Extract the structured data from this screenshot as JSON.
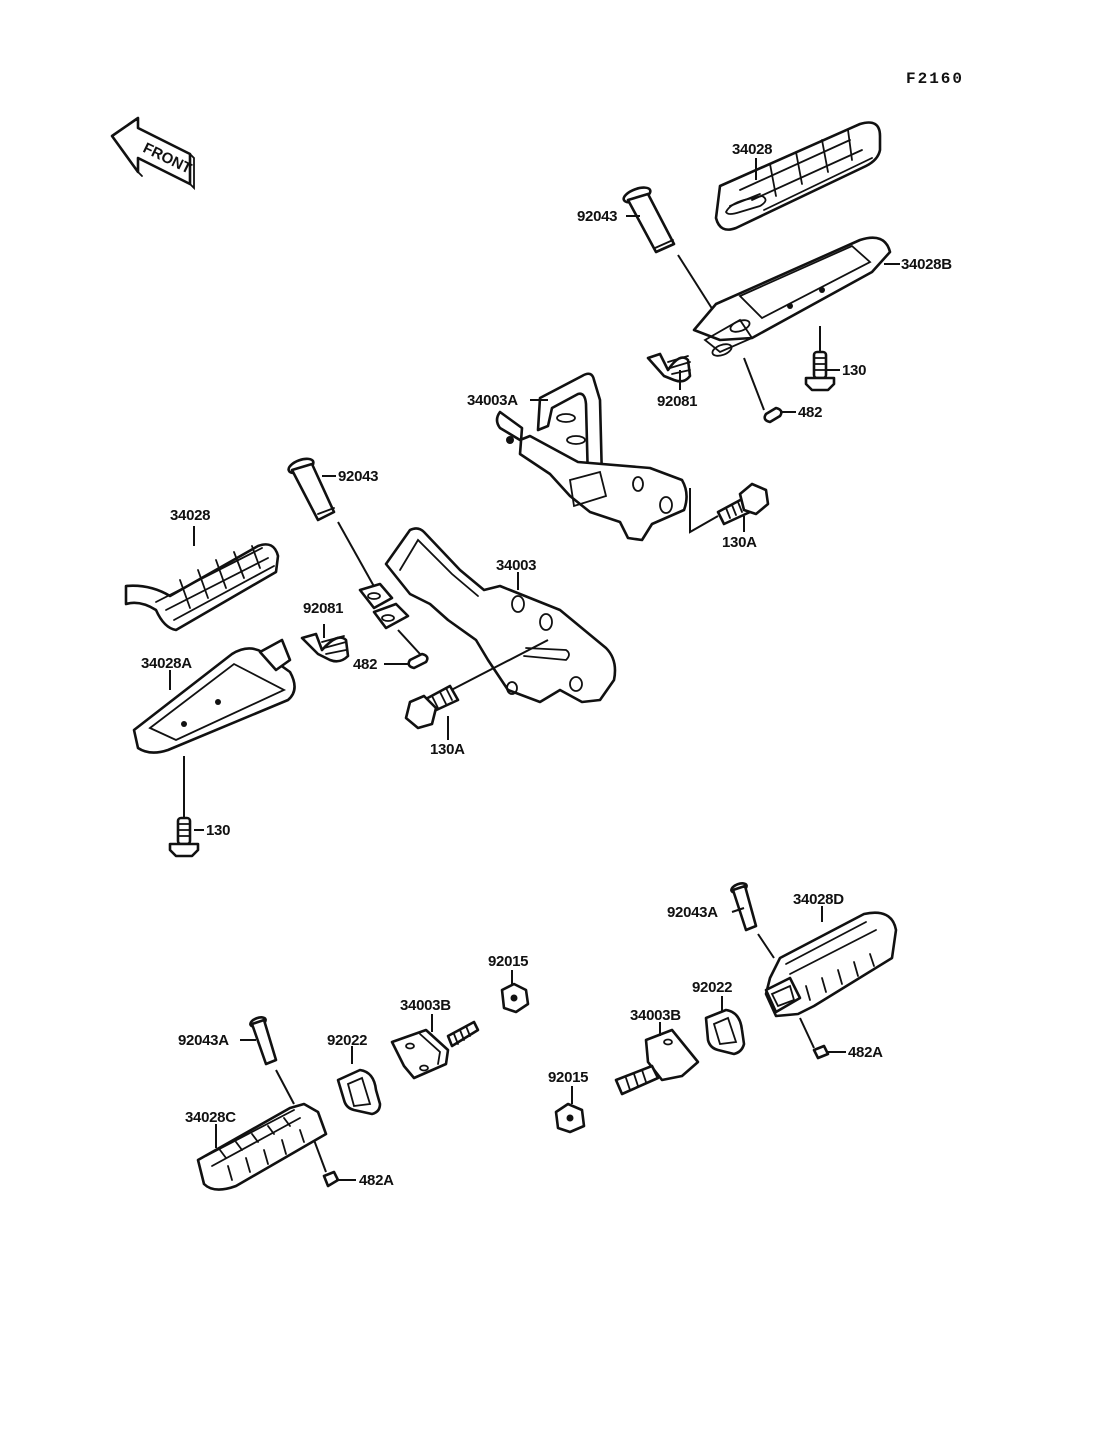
{
  "diagram": {
    "figure_code": "F2160",
    "direction_indicator": "FRONT",
    "ink_color": "#111111",
    "background_color": "#ffffff",
    "callouts": [
      {
        "id": "c1",
        "part": "34028",
        "group": "rear-right-step"
      },
      {
        "id": "c2",
        "part": "92043",
        "group": "rear-right-step"
      },
      {
        "id": "c3",
        "part": "34028B",
        "group": "rear-right-step"
      },
      {
        "id": "c4",
        "part": "130",
        "group": "rear-right-step"
      },
      {
        "id": "c5",
        "part": "92081",
        "group": "rear-right-step"
      },
      {
        "id": "c6",
        "part": "482",
        "group": "rear-right-step"
      },
      {
        "id": "c7",
        "part": "34003A",
        "group": "rear-right-step"
      },
      {
        "id": "c8",
        "part": "130A",
        "group": "rear-right-step"
      },
      {
        "id": "c9",
        "part": "92043",
        "group": "rear-left-step"
      },
      {
        "id": "c10",
        "part": "34028",
        "group": "rear-left-step"
      },
      {
        "id": "c11",
        "part": "34003",
        "group": "rear-left-step"
      },
      {
        "id": "c12",
        "part": "92081",
        "group": "rear-left-step"
      },
      {
        "id": "c13",
        "part": "34028A",
        "group": "rear-left-step"
      },
      {
        "id": "c14",
        "part": "482",
        "group": "rear-left-step"
      },
      {
        "id": "c15",
        "part": "130A",
        "group": "rear-left-step"
      },
      {
        "id": "c16",
        "part": "130",
        "group": "rear-left-step"
      },
      {
        "id": "c17",
        "part": "92043A",
        "group": "front-right-step"
      },
      {
        "id": "c18",
        "part": "34028D",
        "group": "front-right-step"
      },
      {
        "id": "c19",
        "part": "92015",
        "group": "front-left-step"
      },
      {
        "id": "c20",
        "part": "92022",
        "group": "front-right-step"
      },
      {
        "id": "c21",
        "part": "34003B",
        "group": "front-left-step"
      },
      {
        "id": "c22",
        "part": "34003B",
        "group": "front-right-step"
      },
      {
        "id": "c23",
        "part": "92043A",
        "group": "front-left-step"
      },
      {
        "id": "c24",
        "part": "92022",
        "group": "front-left-step"
      },
      {
        "id": "c25",
        "part": "482A",
        "group": "front-right-step"
      },
      {
        "id": "c26",
        "part": "92015",
        "group": "front-right-step"
      },
      {
        "id": "c27",
        "part": "34028C",
        "group": "front-left-step"
      },
      {
        "id": "c28",
        "part": "482A",
        "group": "front-left-step"
      }
    ]
  }
}
